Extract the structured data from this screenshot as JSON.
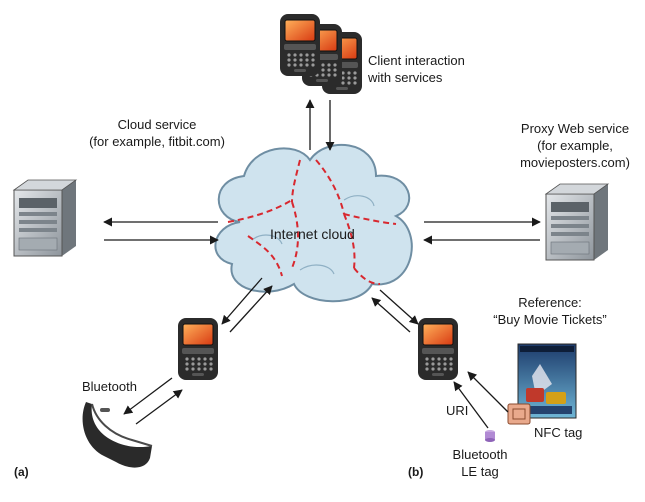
{
  "labels": {
    "client": [
      "Client interaction",
      "with services"
    ],
    "cloud_service": [
      "Cloud service",
      "(for example, fitbit.com)"
    ],
    "proxy": [
      "Proxy Web service",
      "(for example,",
      "movieposters.com)"
    ],
    "internet": "Internet cloud",
    "reference": [
      "Reference:",
      "“Buy Movie Tickets”"
    ],
    "bluetooth": "Bluetooth",
    "uri": "URI",
    "nfc": "NFC tag",
    "ble": [
      "Bluetooth",
      "LE tag"
    ],
    "panel_a": "(a)",
    "panel_b": "(b)"
  },
  "colors": {
    "cloud_fill": "#cfe3ee",
    "cloud_stroke": "#6f8ea3",
    "dashed_red": "#d8282f",
    "arrow": "#1a1a1a",
    "phone_body": "#2b2b2b",
    "phone_screen": "#e8621a",
    "server_body": "#b7bcc2"
  }
}
